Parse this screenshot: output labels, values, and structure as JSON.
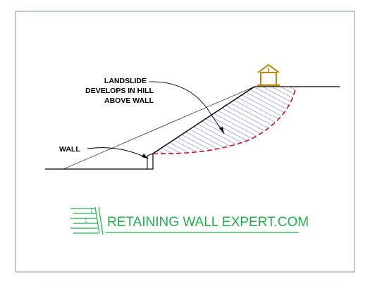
{
  "annotations": {
    "landslide": [
      "LANDSLIDE",
      "DEVELOPS IN HILL",
      "ABOVE WALL"
    ],
    "wall": "WALL"
  },
  "logo": {
    "text": "RETAINING WALL EXPERT.COM",
    "color": "#22b14c"
  },
  "colors": {
    "frame": "#7f8fbf",
    "line": "#000000",
    "hatch": "#3f3fbf",
    "slip_surface": "#c8102e",
    "house": "#b8860b"
  }
}
